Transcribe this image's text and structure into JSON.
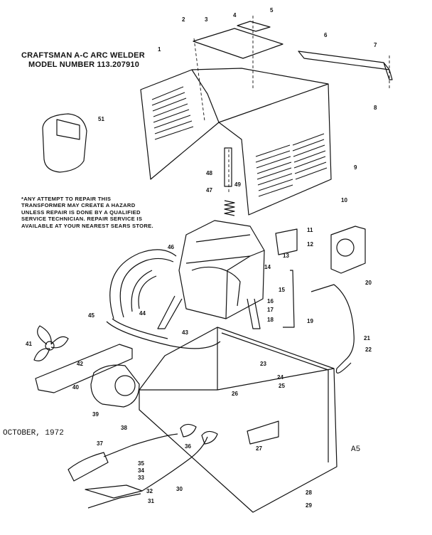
{
  "header": {
    "title_line1": "CRAFTSMAN A-C ARC WELDER",
    "title_line2": "MODEL NUMBER 113.207910"
  },
  "warning": "*ANY ATTEMPT TO REPAIR THIS TRANSFORMER MAY CREATE A HAZARD UNLESS REPAIR IS DONE BY A QUALIFIED SERVICE TECHNICIAN. REPAIR SERVICE IS AVAILABLE AT YOUR NEAREST SEARS STORE.",
  "date": "OCTOBER, 1972",
  "page_code": "A5",
  "callouts": [
    "1",
    "2",
    "3",
    "4",
    "5",
    "6",
    "7",
    "8",
    "9",
    "10",
    "11",
    "12",
    "13",
    "14",
    "15",
    "16",
    "17",
    "18",
    "19",
    "20",
    "21",
    "22",
    "23",
    "24",
    "25",
    "26",
    "27",
    "28",
    "29",
    "30",
    "31",
    "32",
    "33",
    "34",
    "35",
    "36",
    "37",
    "38",
    "39",
    "40",
    "41",
    "42",
    "43",
    "44",
    "45",
    "46",
    "47",
    "48",
    "49",
    "51"
  ]
}
